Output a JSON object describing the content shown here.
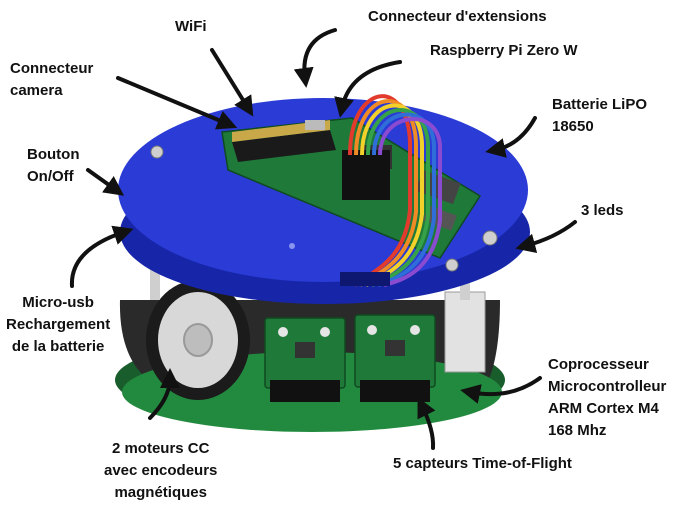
{
  "labels": {
    "wifi": "WiFi",
    "extensions": "Connecteur d'extensions",
    "camera": [
      "Connecteur",
      "camera"
    ],
    "raspberry": "Raspberry Pi Zero W",
    "battery": [
      "Batterie LiPO",
      "18650"
    ],
    "button": [
      "Bouton",
      "On/Off"
    ],
    "leds": "3 leds",
    "microusb": [
      "Micro-usb",
      "Rechargement",
      "de la batterie"
    ],
    "coprocessor": [
      "Coprocesseur",
      "Microcontrolleur",
      "ARM Cortex M4",
      "168 Mhz"
    ],
    "motors": [
      "2 moteurs CC",
      "avec encodeurs",
      "magnétiques"
    ],
    "sensors": "5 capteurs Time-of-Flight"
  },
  "colors": {
    "plate": "#2a3bd6",
    "plate_edge": "#1726a8",
    "pcb": "#1f7a3a",
    "pcb_dark": "#155c2a",
    "arrow": "#111111"
  },
  "icons": {
    "arrows": "curved-arrow-icon",
    "robot": "robot-photo"
  }
}
